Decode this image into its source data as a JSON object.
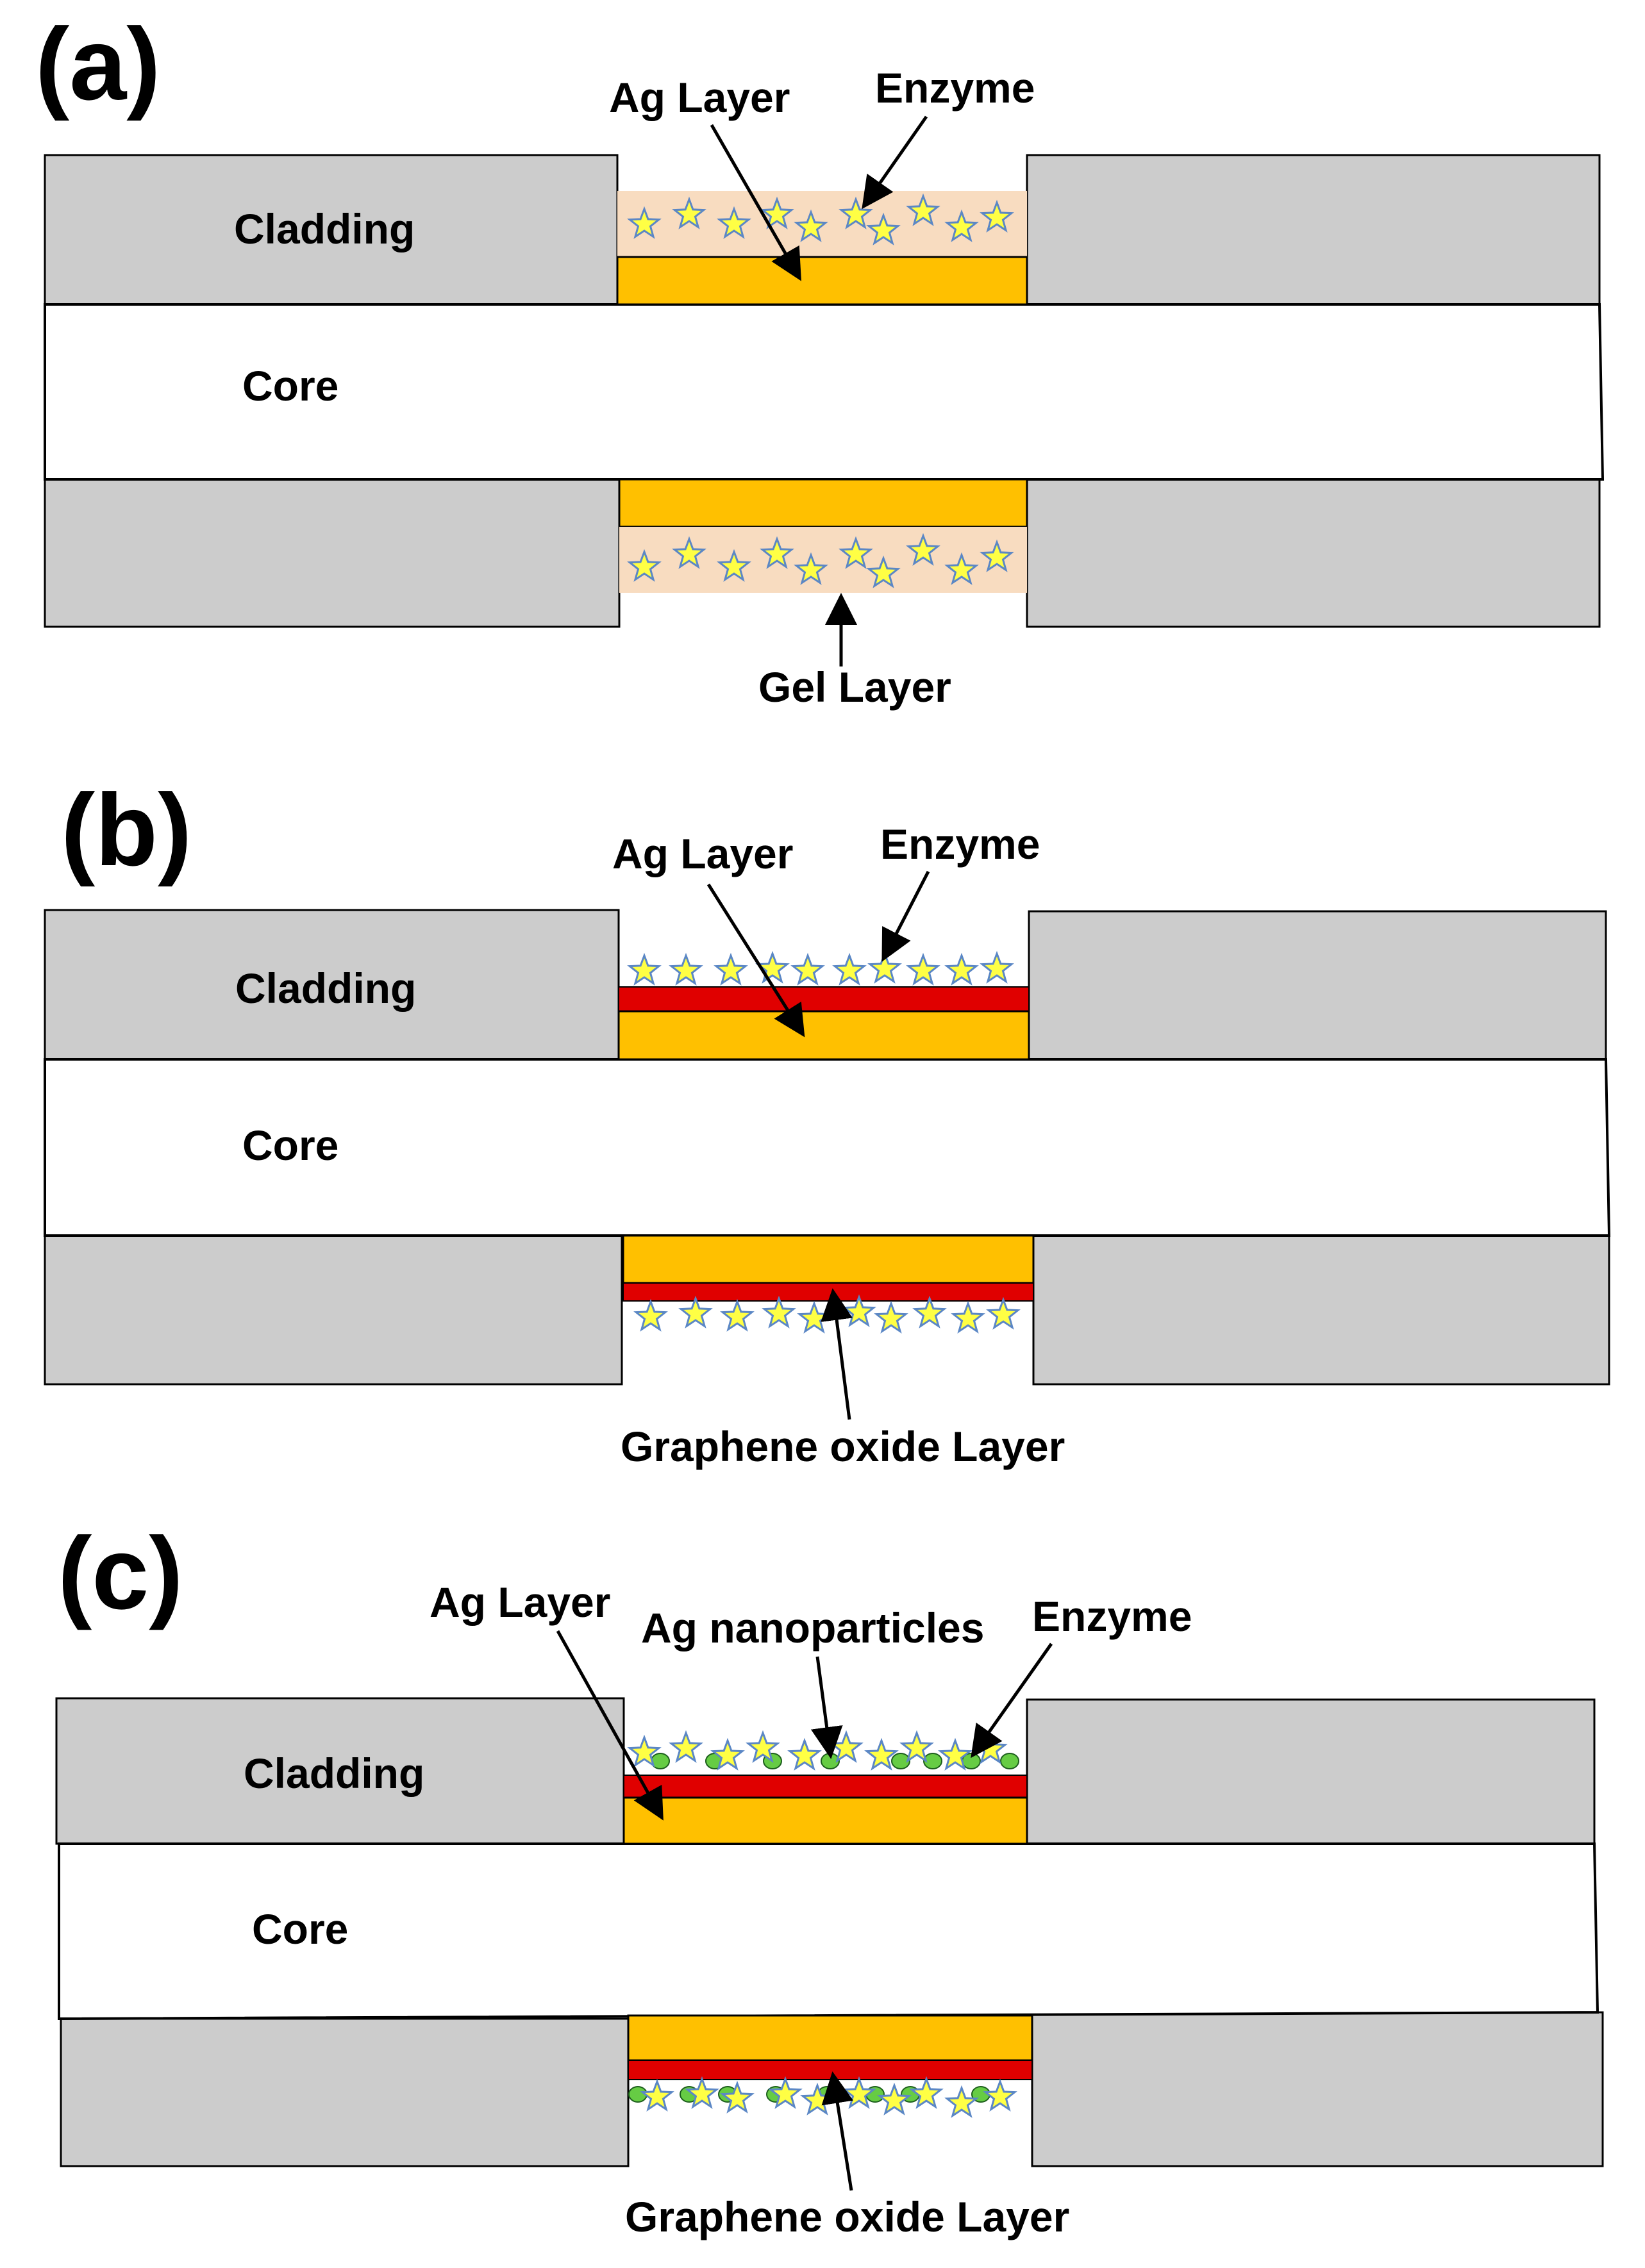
{
  "colors": {
    "cladding": "#cccccc",
    "core": "#ffffff",
    "outline": "#000000",
    "ag_layer": "#ffc000",
    "gel_layer": "#f8dcc0",
    "graphene_oxide": "#e00000",
    "enzyme_star_fill": "#ffff44",
    "enzyme_star_stroke": "#5b87c5",
    "nanoparticle": "#66cc44"
  },
  "panels": [
    {
      "label": "(a)",
      "cladding_label": "Cladding",
      "core_label": "Core",
      "callouts": {
        "ag_layer": "Ag Layer",
        "enzyme": "Enzyme",
        "bottom": "Gel Layer"
      }
    },
    {
      "label": "(b)",
      "cladding_label": "Cladding",
      "core_label": "Core",
      "callouts": {
        "ag_layer": "Ag Layer",
        "enzyme": "Enzyme",
        "bottom": "Graphene oxide Layer"
      }
    },
    {
      "label": "(c)",
      "cladding_label": "Cladding",
      "core_label": "Core",
      "callouts": {
        "ag_layer": "Ag Layer",
        "nanoparticles": "Ag nanoparticles",
        "enzyme": "Enzyme",
        "bottom": "Graphene oxide Layer"
      }
    }
  ]
}
